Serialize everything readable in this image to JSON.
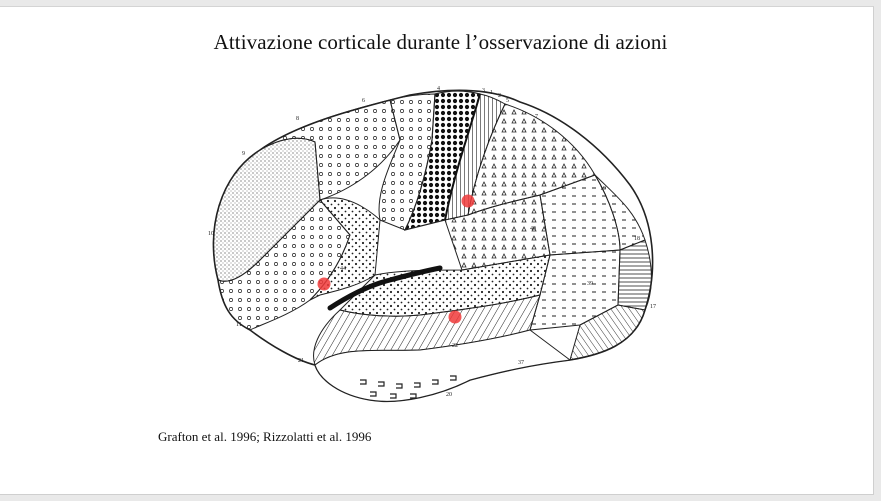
{
  "slide": {
    "title": "Attivazione corticale durante l’osservazione di azioni",
    "citation": "Grafton et al. 1996; Rizzolatti et al. 1996"
  },
  "figure": {
    "area_labels": [
      "4",
      "3",
      "1",
      "2",
      "5",
      "7",
      "8",
      "6",
      "9",
      "10",
      "11",
      "19",
      "18",
      "17",
      "39",
      "37",
      "20",
      "21",
      "22",
      "40",
      "44"
    ],
    "activation_color": "#f03a3a"
  },
  "colors": {
    "page_background": "#e9e9e9",
    "slide_background": "#ffffff",
    "text": "#111111"
  }
}
